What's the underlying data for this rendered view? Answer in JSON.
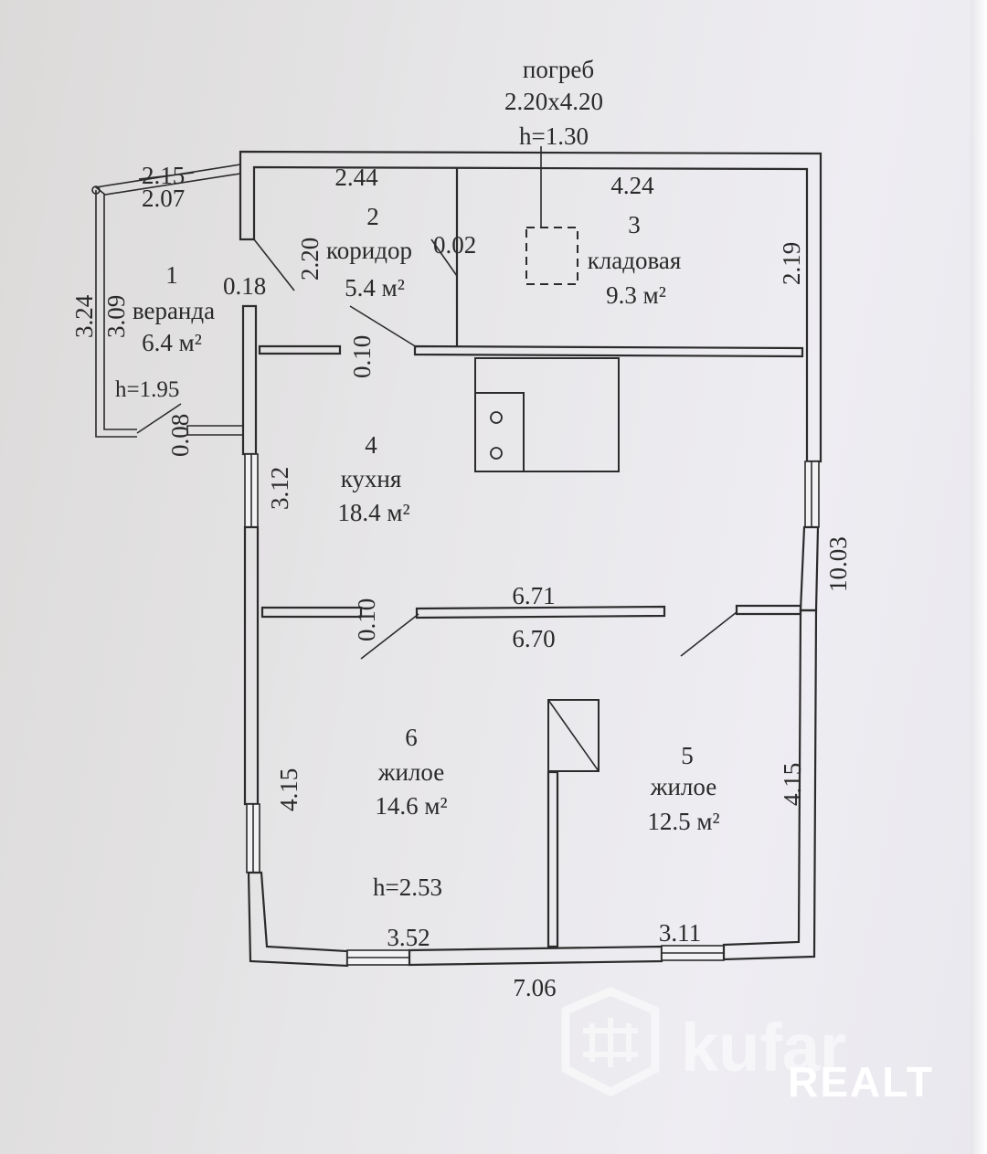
{
  "cellar": {
    "title": "погреб",
    "size": "2.20x4.20",
    "height": "h=1.30"
  },
  "rooms": {
    "veranda": {
      "number": "1",
      "name": "веранда",
      "area": "6.4 м²",
      "height": "h=1.95"
    },
    "corridor": {
      "number": "2",
      "name": "коридор",
      "area": "5.4 м²"
    },
    "pantry": {
      "number": "3",
      "name": "кладовая",
      "area": "9.3 м²"
    },
    "kitchen": {
      "number": "4",
      "name": "кухня",
      "area": "18.4 м²"
    },
    "living5": {
      "number": "5",
      "name": "жилое",
      "area": "12.5 м²"
    },
    "living6": {
      "number": "6",
      "name": "жилое",
      "area": "14.6 м²"
    },
    "house_height": "h=2.53"
  },
  "dimensions": {
    "veranda_top_outer": "2.15",
    "veranda_top_inner": "2.07",
    "veranda_side_outer": "3.24",
    "veranda_side_inner": "3.09",
    "veranda_wall_a": "0.18",
    "veranda_wall_b": "0.08",
    "corridor_width": "2.44",
    "corridor_depth": "2.20",
    "corridor_partition": "0.02",
    "pantry_width": "4.24",
    "pantry_depth": "2.19",
    "kitchen_partition_top": "0.10",
    "kitchen_depth": "3.12",
    "kitchen_partition_bottom": "0.10",
    "house_length": "10.03",
    "partition_top": "6.71",
    "partition_bottom": "6.70",
    "room6_depth": "4.15",
    "room5_depth": "4.15",
    "room6_width": "3.52",
    "room5_width": "3.11",
    "house_width": "7.06"
  },
  "watermark": {
    "brand": "kufar",
    "sub": "REALT"
  }
}
